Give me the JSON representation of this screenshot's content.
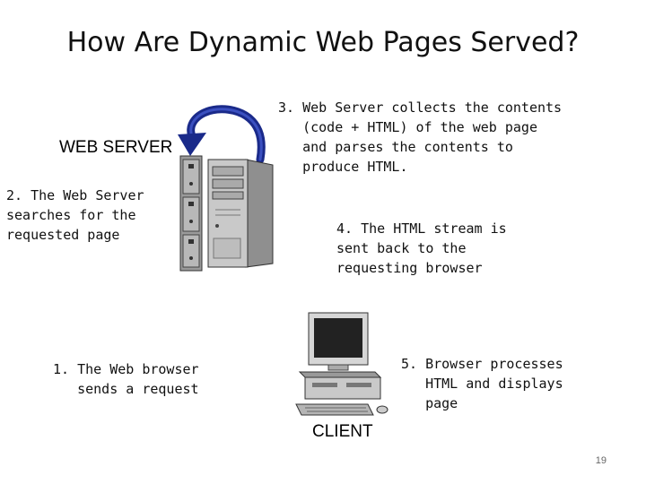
{
  "slide": {
    "title": "How Are Dynamic Web Pages Served?",
    "page_number": "19"
  },
  "labels": {
    "web_server": "WEB SERVER",
    "client": "CLIENT"
  },
  "steps": {
    "step1": "1. The Web browser\n   sends a request",
    "step2": "2. The Web Server\nsearches for the\nrequested page",
    "step3": "3. Web Server collects the contents\n   (code + HTML) of the web page\n   and parses the contents to\n   produce HTML.",
    "step4": "4. The HTML stream is\nsent back to the\nrequesting browser",
    "step5": "5. Browser processes\n   HTML and displays\n   page"
  },
  "colors": {
    "arrow": "#1a2a8a",
    "server_body": "#c9c9c9",
    "rack_body": "#9a9a9a"
  },
  "icons": {
    "server_rack": "server-rack-icon",
    "server_tower": "server-tower-icon",
    "computer": "desktop-computer-icon",
    "arrow": "curved-arrow-icon"
  }
}
